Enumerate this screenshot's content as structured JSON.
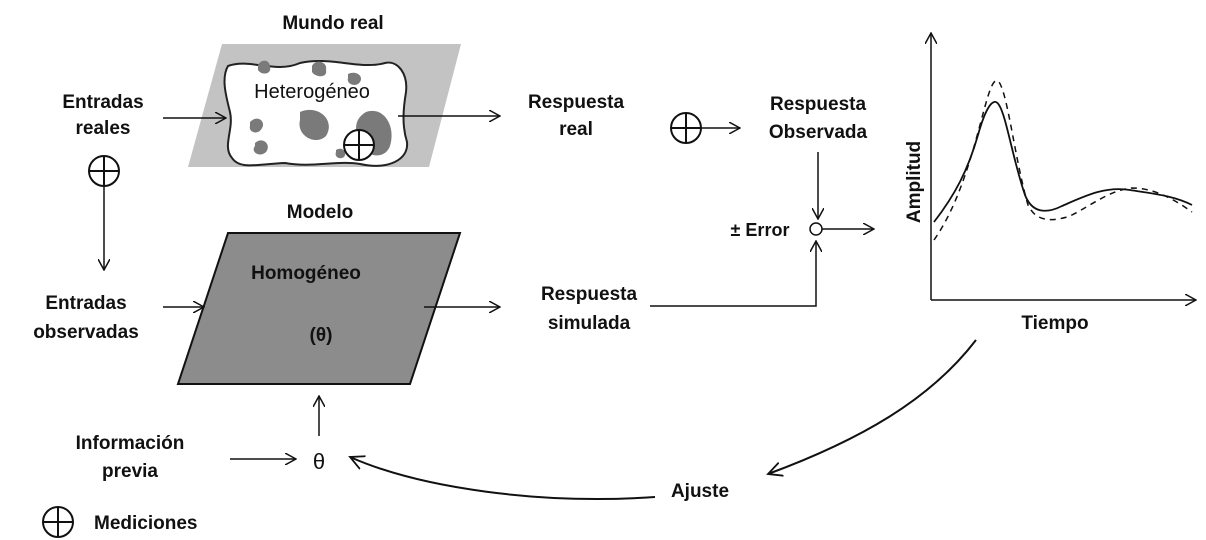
{
  "diagram": {
    "real_world_title": "Mundo real",
    "heterogeneous_label": "Heterogéneo",
    "real_inputs": [
      "Entradas",
      "reales"
    ],
    "real_response": [
      "Respuesta",
      "real"
    ],
    "observed_response": [
      "Respuesta",
      "Observada"
    ],
    "model_title": "Modelo",
    "homogeneous_label": "Homogéneo",
    "theta_param": "(θ)",
    "observed_inputs": [
      "Entradas",
      "observadas"
    ],
    "simulated_response": [
      "Respuesta",
      "simulada"
    ],
    "error_label": "± Error",
    "prior_info": [
      "Información",
      "previa"
    ],
    "theta": "θ",
    "adjust_label": "Ajuste",
    "legend_label": "Mediciones"
  },
  "graph": {
    "ylabel": "Amplitud",
    "xlabel": "Tiempo"
  },
  "colors": {
    "ink": "#111111",
    "real_world_backdrop": "#c3c3c3",
    "blob_fill": "#ffffff",
    "spot_fill": "#7a7a7a",
    "model_fill": "#8c8c8c"
  }
}
